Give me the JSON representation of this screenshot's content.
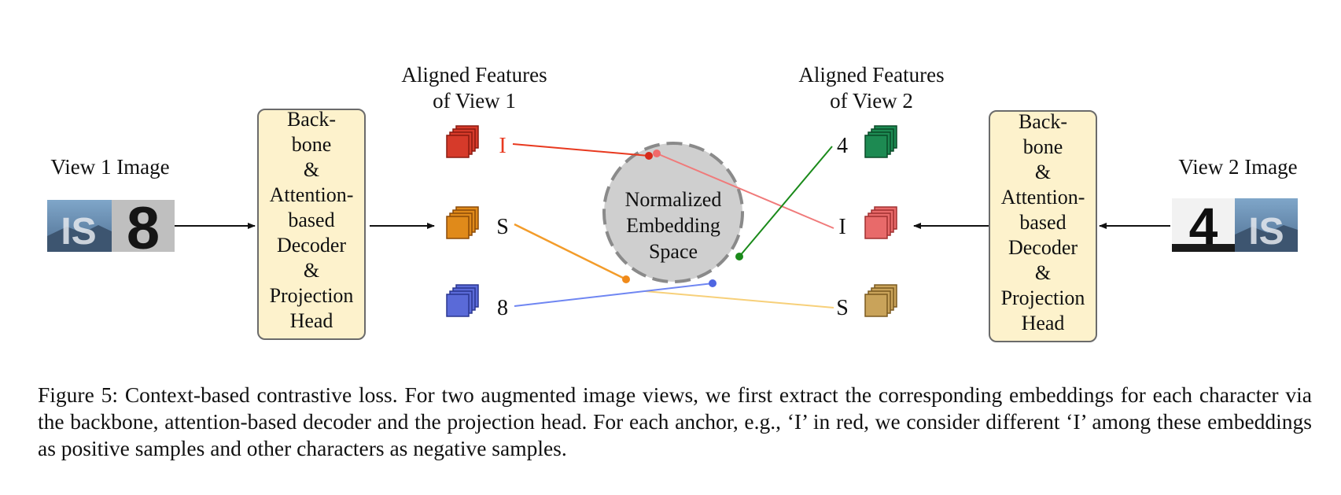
{
  "figure": {
    "view1_title": "View 1 Image",
    "view2_title": "View 2 Image",
    "encoder_left": [
      "Back-",
      "bone",
      "&",
      "Attention-",
      "based",
      "Decoder",
      "&",
      "Projection",
      "Head"
    ],
    "encoder_right": [
      "Back-",
      "bone",
      "&",
      "Attention-",
      "based",
      "Decoder",
      "&",
      "Projection",
      "Head"
    ],
    "aligned1_title": [
      "Aligned Features",
      "of View 1"
    ],
    "aligned2_title": [
      "Aligned Features",
      "of View 2"
    ],
    "embedding_label": [
      "Normalized",
      "Embedding",
      "Space"
    ],
    "view1_chars": [
      {
        "label": "I",
        "color": "#d63a2a",
        "label_color": "#e8391f"
      },
      {
        "label": "S",
        "color": "#e08a1a",
        "label_color": "#111111"
      },
      {
        "label": "8",
        "color": "#5a6ad8",
        "label_color": "#111111"
      }
    ],
    "view2_chars": [
      {
        "label": "4",
        "color": "#1d8a52",
        "label_color": "#111111"
      },
      {
        "label": "I",
        "color": "#e86a6a",
        "label_color": "#111111"
      },
      {
        "label": "S",
        "color": "#c9a35a",
        "label_color": "#111111"
      }
    ],
    "view1_image_text": [
      "IS",
      "8"
    ],
    "view2_image_text": [
      "4",
      "IS"
    ],
    "colors": {
      "encoder_fill": "#fdf2cc",
      "encoder_border": "#6b6b6b",
      "sphere_fill": "#cfcfcf",
      "sphere_border": "#8a8a8a",
      "line_i_view1": "#e8391f",
      "line_i_view2": "#f07a7a",
      "line_s_view1": "#f39c2a",
      "line_s_view2": "#f7d07a",
      "line_8": "#6f86f2",
      "line_4": "#1a8a1a"
    }
  },
  "caption": "Figure 5: Context-based contrastive loss. For two augmented image views, we first extract the corresponding embeddings for each character via the backbone, attention-based decoder and the projection head. For each anchor, e.g., ‘I’ in red, we consider different ‘I’ among these embeddings as positive samples and other characters as negative samples."
}
